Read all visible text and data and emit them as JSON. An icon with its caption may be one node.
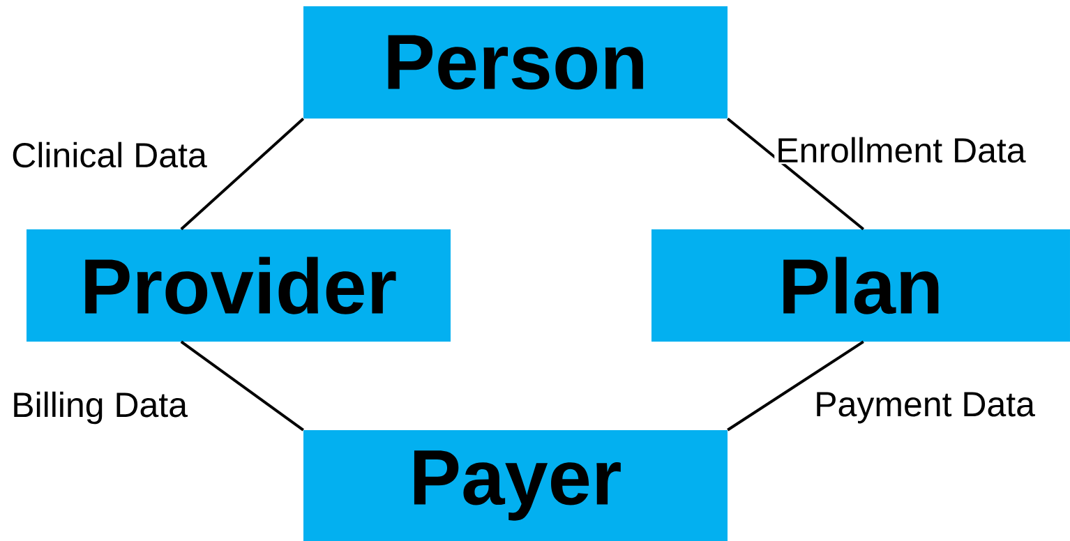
{
  "diagram": {
    "nodes": [
      {
        "text": [
          "Person"
        ]
      },
      {
        "text": [
          "Provider"
        ]
      },
      {
        "text": [
          "Plan"
        ]
      },
      {
        "text": [
          "Payer"
        ]
      }
    ],
    "edges": [
      {
        "from": 0,
        "to": 1,
        "arrow": "none",
        "label": "Clinical Data"
      },
      {
        "from": 0,
        "to": 2,
        "arrow": "none",
        "label": "Enrollment Data"
      },
      {
        "from": 1,
        "to": 3,
        "arrow": "none",
        "label": "Billing Data"
      },
      {
        "from": 2,
        "to": 3,
        "arrow": "none",
        "label": "Payment Data"
      }
    ]
  }
}
